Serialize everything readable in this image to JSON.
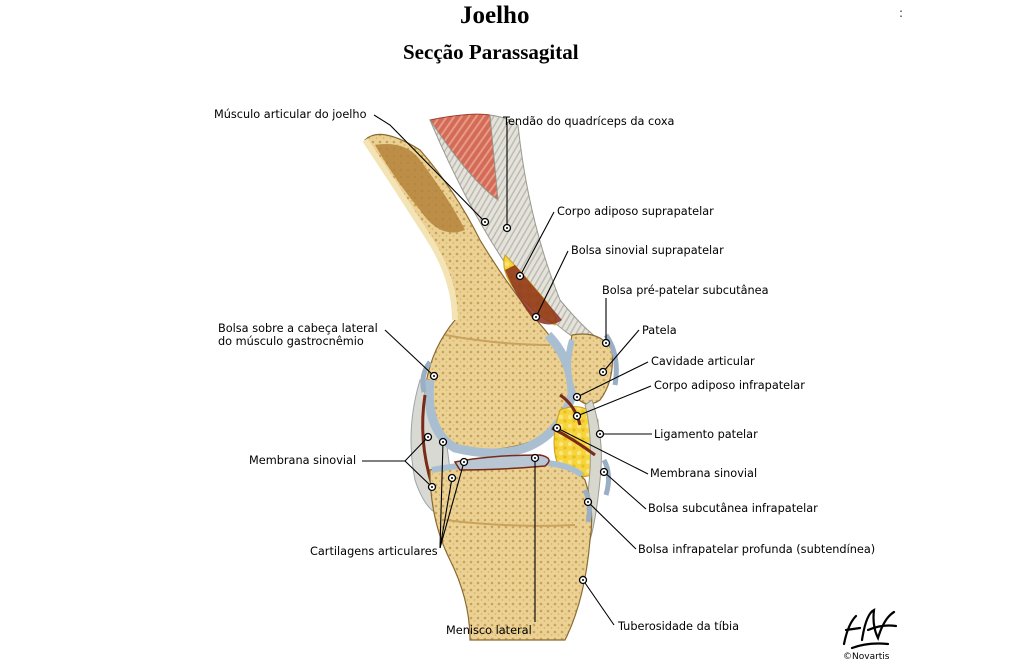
{
  "title": "Joelho",
  "subtitle": "Secção Parassagital",
  "corner_mark": ":",
  "labels": {
    "musculo_articular": "Músculo articular do joelho",
    "tendao_quadriceps": "Tendão do quadríceps da coxa",
    "corpo_adiposo_suprapatelar": "Corpo adiposo suprapatelar",
    "bolsa_sinovial_suprapatelar": "Bolsa sinovial suprapatelar",
    "bolsa_pre_patelar": "Bolsa pré-patelar subcutânea",
    "patela": "Patela",
    "cavidade_articular": "Cavidade articular",
    "corpo_adiposo_infrapatelar": "Corpo adiposo infrapatelar",
    "ligamento_patelar": "Ligamento patelar",
    "membrana_sinovial_right": "Membrana sinovial",
    "bolsa_subcutanea_infrapatelar": "Bolsa subcutânea infrapatelar",
    "bolsa_infrapatelar_profunda": "Bolsa infrapatelar profunda (subtendínea)",
    "tuberosidade_tibia": "Tuberosidade da tíbia",
    "menisco_lateral": "Menisco lateral",
    "cartilagens_articulares": "Cartilagens articulares",
    "membrana_sinovial_left": "Membrana sinovial",
    "bolsa_gastrocnemio": "Bolsa sobre a cabeça lateral do músculo gastrocnêmio"
  },
  "signature": "F. Netter",
  "copyright": "©Novartis",
  "colors": {
    "bone": "#e9cf8f",
    "bone_dark": "#d2aa5c",
    "marrow": "#b98532",
    "cartilage": "#a9bed0",
    "muscle": "#d8705d",
    "tendon": "#dcdcd4",
    "fat": "#f6d43c",
    "synovial": "#7a2a18",
    "leader": "#000000"
  }
}
